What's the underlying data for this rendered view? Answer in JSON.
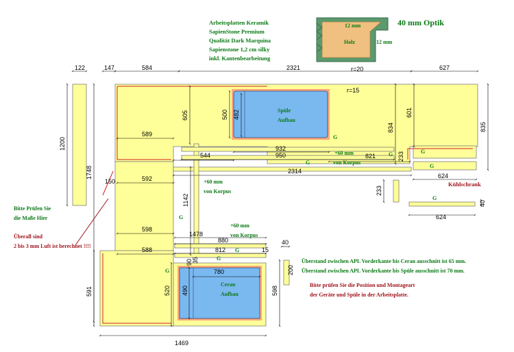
{
  "header": {
    "spec_lines": [
      "Arbeitsplatten Keramik",
      "SapienStone Premium",
      "Qualität Dark Marquina",
      "Sapienstone 1,2 cm silky",
      "inkl. Kantenbearbeitung"
    ],
    "optik_title": "40 mm Optik",
    "profile_top": "12 mm",
    "profile_side": "12 mm",
    "profile_core": "Holz"
  },
  "dims": {
    "d122": "122",
    "d147": "147",
    "d584": "584",
    "d2321": "2321",
    "d627": "627",
    "d1200": "1200",
    "d1748": "1748",
    "d150": "150",
    "d605": "605",
    "d589": "589",
    "d592": "592",
    "d598": "598",
    "d588": "588",
    "d591": "591",
    "d500": "500",
    "d482": "482",
    "r20": "r=20",
    "r15": "r=15",
    "d932": "932",
    "d950": "950",
    "d544": "544",
    "d821": "821",
    "d2314": "2314",
    "d834": "834",
    "d601": "601",
    "d835": "835",
    "d233a": "233",
    "d233b": "233",
    "d624a": "624",
    "d624b": "624",
    "d40a": "40",
    "d40b": "40",
    "d1142": "1142",
    "d1478": "1478",
    "d880": "880",
    "d812": "812",
    "d15": "15",
    "d90": "90",
    "d780": "780",
    "d490": "490",
    "d520": "520",
    "d200": "200",
    "d598b": "598",
    "d1469": "1469",
    "d35": "35"
  },
  "labels": {
    "spuele_1": "Spüle",
    "spuele_2": "Aufbau",
    "ceran_1": "Ceran",
    "ceran_2": "Aufbau",
    "plus60_a_1": "+60 mm",
    "plus60_a_2": "von Korpus",
    "plus60_b_1": "+60 mm",
    "plus60_b_2": "von Korpus",
    "plus60_c_1": "+60 mm",
    "plus60_c_2": "von Korpus",
    "kuehlschrank": "Kühlschrank",
    "grain": "G",
    "check_left_1": "Bitte Prüfen Sie",
    "check_left_2": "die Maße Hier",
    "luft_1": "Überall sind",
    "luft_2": "2 bis 3 mm Luft ist berechnet !!!!",
    "note_ceran": "Überstand zwischen APL Vorderkante bis Ceran ausschnitt ist 65 mm.",
    "note_spuele": "Überstand zwischen APL Vorderkante bis Spüle ausschnitt ist 70 mm.",
    "note_check_1": "Bitte prüfen Sie die Position und Montageart",
    "note_check_2": "der Geräte und Spüle in der Arbeitsplatte."
  },
  "colors": {
    "countertop": "#ffff99",
    "cutout": "#7ab8f0",
    "green_text": "#0b7a16",
    "red_text": "#a0141c",
    "profile_green": "#5a9a6e",
    "profile_wood": "#f0c080"
  }
}
